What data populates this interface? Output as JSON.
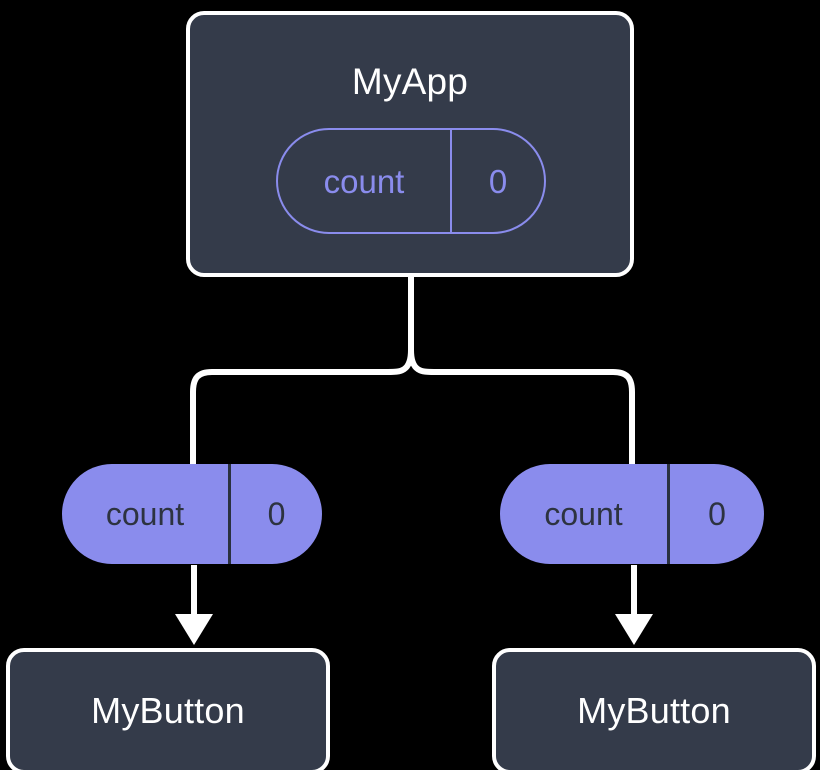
{
  "diagram": {
    "type": "component-state-tree",
    "background_color": "#000000",
    "colors": {
      "node_fill": "#343b4a",
      "node_stroke": "#ffffff",
      "accent_purple": "#8a8ced",
      "pill_text_dark": "#2d3340",
      "title_text": "#ffffff",
      "connector": "#ffffff"
    },
    "root": {
      "title": "MyApp",
      "state_pill": {
        "key": "count",
        "value": "0",
        "style": "outlined"
      }
    },
    "children": [
      {
        "prop_pill": {
          "key": "count",
          "value": "0",
          "style": "filled"
        },
        "title": "MyButton"
      },
      {
        "prop_pill": {
          "key": "count",
          "value": "0",
          "style": "filled"
        },
        "title": "MyButton"
      }
    ],
    "connectors": [
      {
        "name": "root-to-branch",
        "kind": "line"
      },
      {
        "name": "branch-to-left-pill",
        "kind": "line"
      },
      {
        "name": "branch-to-right-pill",
        "kind": "line"
      },
      {
        "name": "left-pill-to-left-button",
        "kind": "arrow"
      },
      {
        "name": "right-pill-to-right-button",
        "kind": "arrow"
      }
    ]
  }
}
